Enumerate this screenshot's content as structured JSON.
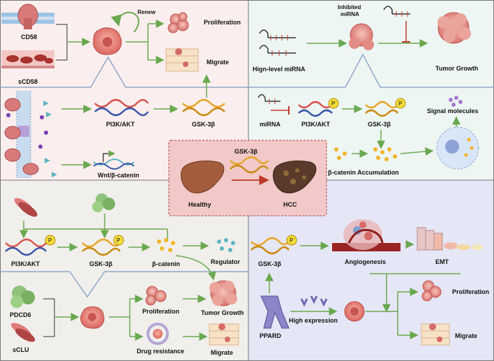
{
  "colors": {
    "tl_bg": "#fbeeee",
    "tr_bg": "#eef6f3",
    "bl_bg": "#f0efeb",
    "br_bg": "#e6e7f6",
    "center_bg": "#f2c9c8",
    "center_border": "#b23a3a",
    "arrow_green": "#6aa84f",
    "arrow_red": "#c0392b",
    "divider": "#8fa7c9",
    "dna_gold": "#e8a62a",
    "dna_red": "#d9534f",
    "dna_blue": "#3a56a8"
  },
  "top_left": {
    "cd58": "CD58",
    "scd58": "sCD58",
    "renew": "Renew",
    "proliferation": "Proliferation",
    "migrate": "Migrate",
    "pi3k_akt": "PI3K/AKT",
    "gsk3b": "GSK-3β",
    "wnt": "Wnt/β-catenin"
  },
  "top_right": {
    "inhibited_mirna_line1": "Inhibited",
    "inhibited_mirna_line2": "miRNA",
    "high_level_mirna": "Hign-level miRNA",
    "tumor_growth": "Tumor Growth",
    "signal_molecules": "Signal molecules",
    "mirna": "miRNA",
    "pi3k_akt": "PI3K/AKT",
    "gsk3b": "GSK-3β",
    "beta_catenin_accumulation": "β-catenin Accumulation",
    "p_badge": "P"
  },
  "center": {
    "gsk3b": "GSK-3β",
    "healthy": "Healthy",
    "hcc": "HCC"
  },
  "bottom_left": {
    "pi3k_akt": "PI3K/AKT",
    "gsk3b": "GSK-3β",
    "beta_catenin": "β-catenin",
    "regulator": "Regulator",
    "pdcd6": "PDCD6",
    "sclu": "sCLU",
    "proliferation": "Proliferation",
    "tumor_growth": "Tumor Growth",
    "drug_resistance": "Drug resistance",
    "migrate": "Migrate",
    "p_badge": "P"
  },
  "bottom_right": {
    "gsk3b": "GSK-3β",
    "angiogenesis": "Angiogenesis",
    "emt": "EMT",
    "pppard": "PPARD",
    "high_expression": "High expression",
    "proliferation": "Proliferation",
    "migrate": "Migrate",
    "p_badge": "P"
  }
}
